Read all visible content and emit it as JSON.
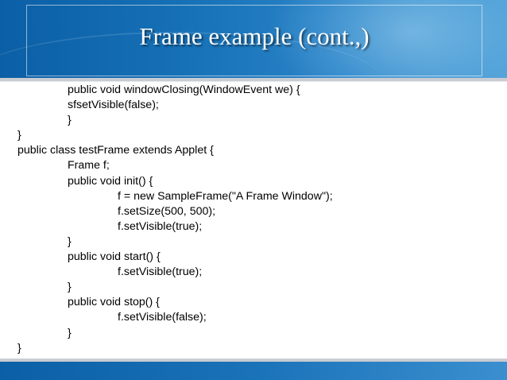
{
  "slide": {
    "title": "Frame example (cont.,)",
    "code_lines": [
      {
        "indent": 1,
        "text": "public void windowClosing(WindowEvent we) {"
      },
      {
        "indent": 1,
        "text": "sfsetVisible(false);"
      },
      {
        "indent": 1,
        "text": "}"
      },
      {
        "indent": 0,
        "text": "}"
      },
      {
        "indent": 0,
        "text": "public class testFrame extends Applet {"
      },
      {
        "indent": 1,
        "text": "Frame f;"
      },
      {
        "indent": 1,
        "text": "public void init() {"
      },
      {
        "indent": 2,
        "text": "f = new SampleFrame(\"A Frame Window\");"
      },
      {
        "indent": 2,
        "text": "f.setSize(500, 500);"
      },
      {
        "indent": 2,
        "text": "f.setVisible(true);"
      },
      {
        "indent": 1,
        "text": "}"
      },
      {
        "indent": 1,
        "text": "public void start() {"
      },
      {
        "indent": 2,
        "text": "f.setVisible(true);"
      },
      {
        "indent": 1,
        "text": "}"
      },
      {
        "indent": 1,
        "text": "public void stop() {"
      },
      {
        "indent": 2,
        "text": "f.setVisible(false);"
      },
      {
        "indent": 1,
        "text": "}"
      },
      {
        "indent": 0,
        "text": "}"
      }
    ]
  }
}
